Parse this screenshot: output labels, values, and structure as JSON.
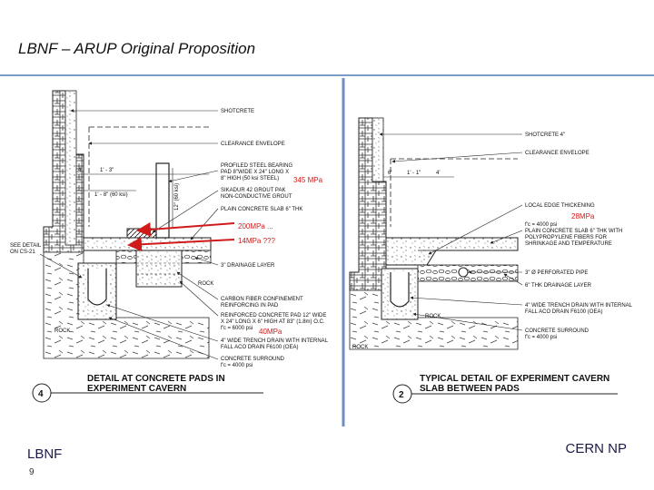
{
  "slide": {
    "title": "LBNF – ARUP Original Proposition",
    "footer_left": "LBNF",
    "page_number": "9",
    "footer_right": "CERN NP"
  },
  "left_detail": {
    "labels": {
      "shotcrete": "SHOTCRETE",
      "clearance": "CLEARANCE ENVELOPE",
      "bearing_1": "PROFILED STEEL BEARING",
      "bearing_2": "PAD 8\"WIDE X 24\" LONG X",
      "bearing_3": "8\" HIGH (50 ksi STEEL)",
      "grout_1": "SIKADUR 42 GROUT PAK",
      "grout_2": "NON-CONDUCTIVE GROUT",
      "slab": "PLAIN CONCRETE SLAB 6\" THK",
      "drainage": "3\" DRAINAGE LAYER",
      "see_detail_1": "SEE DETAIL",
      "see_detail_2": "ON CS-21",
      "rock_1": "ROCK",
      "rock_2": "ROCK",
      "carbon_1": "CARBON FIBER CONFINEMENT",
      "carbon_2": "REINFORCING IN PAD",
      "reinf_1": "REINFORCED CONCRETE PAD 12\" WIDE",
      "reinf_2": "X 24\" LONG X 6\" HIGH AT 83\" (1.8m) O.C.",
      "reinf_3": "f'c = 6000 psi",
      "trench_1": "4\" WIDE TRENCH DRAIN WITH INTERNAL",
      "trench_2": "FALL ACO DRAIN F6100 (OEA)",
      "surround_1": "CONCRETE SURROUND",
      "surround_2": "f'c = 4000 psi",
      "dim_1": "4'",
      "dim_2": "1' - 3\"",
      "dim_3": "1' - 8\" (60 ksi)",
      "dim_vert": "12\" (60 ksi)",
      "detail_title_1": "DETAIL AT CONCRETE PADS IN",
      "detail_title_2": "EXPERIMENT CAVERN",
      "detail_number": "4"
    },
    "annotations": {
      "a345": "345 MPa",
      "a200": "200MPa ...",
      "a14": "14MPa ???",
      "a40": "40MPa"
    }
  },
  "right_detail": {
    "labels": {
      "shotcrete": "SHOTCRETE 4\"",
      "clearance": "CLEARANCE ENVELOPE",
      "edge": "LOCAL EDGE THICKENING",
      "edge_fc": "f'c = 4000 psi",
      "slab_1": "PLAIN CONCRETE SLAB 6\" THK WITH",
      "slab_2": "POLYPROPYLENE FIBERS FOR",
      "slab_3": "SHRINKAGE AND TEMPERATURE",
      "pipe": "3\" Ø PERFORATED PIPE",
      "drain_layer": "6\" THK DRAINAGE LAYER",
      "trench_1": "4\" WIDE TRENCH DRAIN WITH INTERNAL",
      "trench_2": "FALL ACO DRAIN F6100 (OEA)",
      "surround_1": "CONCRETE SURROUND",
      "surround_2": "f'c = 4000 psi",
      "rock_1": "ROCK",
      "rock_2": "ROCK",
      "dim_1": "6'",
      "dim_2": "1' - 1\"",
      "dim_3": "4'",
      "detail_title_1": "TYPICAL DETAIL OF EXPERIMENT CAVERN",
      "detail_title_2": "SLAB BETWEEN PADS",
      "detail_number": "2"
    },
    "annotations": {
      "a28": "28MPa"
    }
  },
  "colors": {
    "annotation_red": "#d11a1a",
    "divider_blue": "#6f8fc0",
    "title_rule": "#7a9cc6",
    "line": "#222222"
  }
}
